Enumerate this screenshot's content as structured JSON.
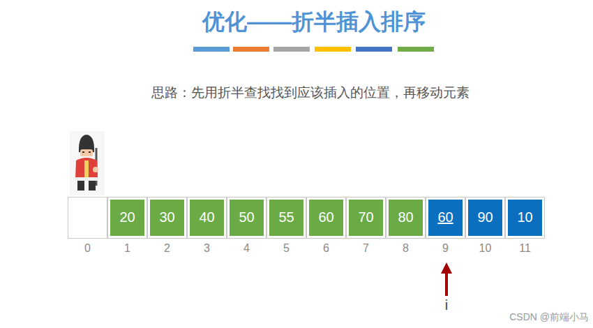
{
  "diagram": {
    "title": "优化——折半插入排序",
    "nodes": [
      {
        "text": [
          "0"
        ]
      },
      {
        "text": [
          "20",
          "1"
        ]
      },
      {
        "text": [
          "30",
          "2"
        ]
      },
      {
        "text": [
          "40",
          "3"
        ]
      },
      {
        "text": [
          "50",
          "4"
        ]
      },
      {
        "text": [
          "55",
          "5"
        ]
      },
      {
        "text": [
          "60",
          "6"
        ]
      },
      {
        "text": [
          "70",
          "7"
        ]
      },
      {
        "text": [
          "80",
          "8"
        ]
      },
      {
        "text": [
          "60",
          "9"
        ]
      },
      {
        "text": [
          "90",
          "10"
        ]
      },
      {
        "text": [
          "10",
          "11"
        ]
      }
    ],
    "labels": [
      "思路：先用折半查找找到应该插入的位置，再移动元素",
      "i",
      "CSDN @前端小马"
    ]
  }
}
